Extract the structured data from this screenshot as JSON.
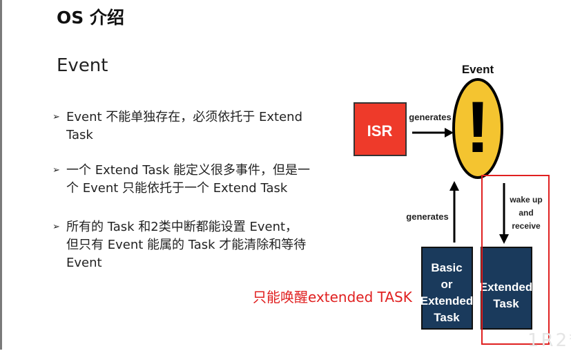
{
  "slide": {
    "title": "OS 介绍"
  },
  "section": {
    "title": "Event"
  },
  "bullets": [
    {
      "marker": "➢",
      "line1": " Event 不能单独存在，必须依托于 Extend",
      "line2": "Task"
    },
    {
      "marker": "➢",
      "line1": "一个 Extend Task 能定义很多事件，但是一",
      "line2": "个 Event 只能依托于一个 Extend Task"
    },
    {
      "marker": "➢",
      "line1": "所有的 Task 和2类中断都能设置 Event，",
      "line2": "但只有 Event 能属的 Task 才能清除和等待",
      "line3": "Event"
    }
  ],
  "diagram": {
    "event_label": "Event",
    "event_symbol": "!",
    "isr_label": "ISR",
    "generates_top": "generates",
    "generates_left": "generates",
    "wake_up_line1": "wake up",
    "wake_up_line2": "and",
    "wake_up_line3": "receive",
    "basic_box": {
      "line1": "Basic",
      "line2": "or",
      "line3": "Extended",
      "line4": "Task"
    },
    "extended_box": {
      "line1": "Extended",
      "line2": "Task"
    }
  },
  "note": "只能唤醒extended TASK",
  "watermark": "1R2*",
  "colors": {
    "isr_fill": "#ee3a2a",
    "event_fill": "#f4c430",
    "task_fill": "#1a3a5c",
    "highlight": "#e02020"
  }
}
